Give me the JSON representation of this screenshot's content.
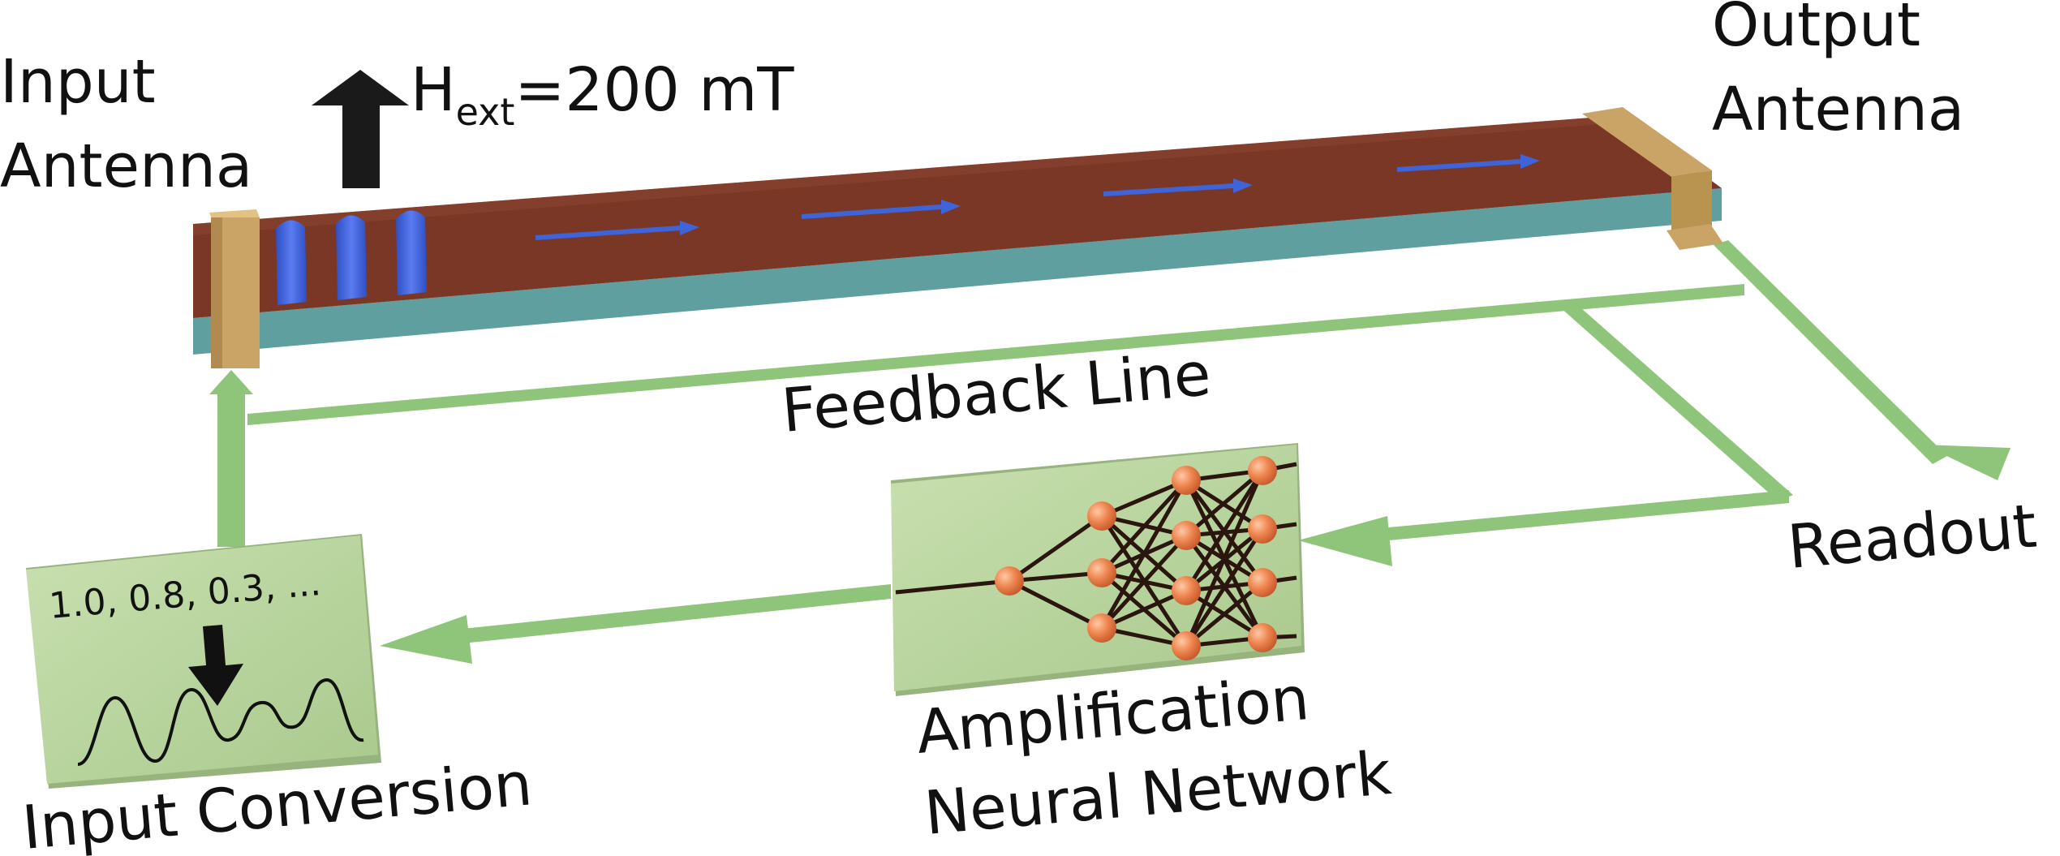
{
  "labels": {
    "input_antenna_line1": "Input",
    "input_antenna_line2": "Antenna",
    "output_antenna_line1": "Output",
    "output_antenna_line2": "Antenna",
    "field_base": "H",
    "field_sub": "ext",
    "field_rest": "=200 mT",
    "feedback_line": "Feedback Line",
    "readout": "Readout",
    "input_conversion": "Input Conversion",
    "amplification": "Amplification",
    "neural_network": "Neural Network",
    "input_sequence": "1.0, 0.8, 0.3, ..."
  },
  "colors": {
    "waveguide_top": "#7a3726",
    "waveguide_side": "#5f9fa0",
    "antenna": "#c9a466",
    "spin_wave": "#3f63d8",
    "feedback_path": "#8fc57a",
    "panel": "#b7d39c",
    "neuron": "#ef8650",
    "connection": "#2b160f"
  }
}
